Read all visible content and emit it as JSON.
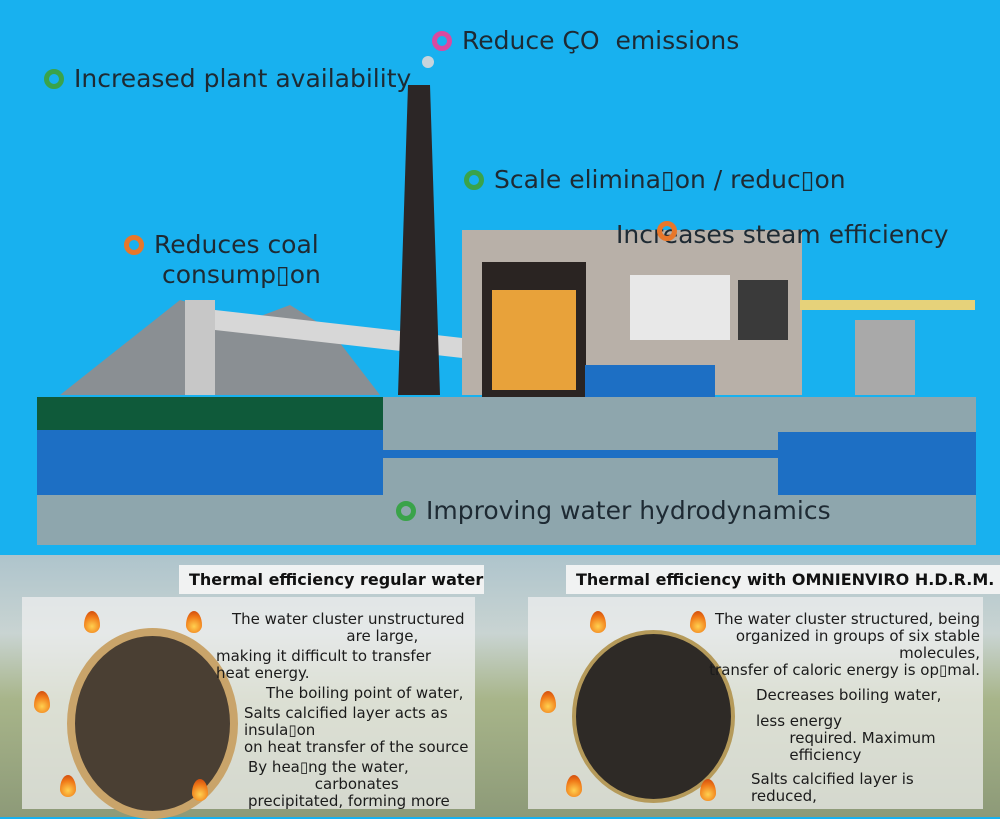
{
  "top_labels": {
    "co2": "Reduce ÇO  emissions",
    "availability": "Increased plant availability",
    "scale": "Scale elimina▯on / reduc▯on",
    "steam": "Increases steam efficiency",
    "coal_line1": "Reduces coal",
    "coal_line2": "consump▯on",
    "water": "Improving water hydrodynamics"
  },
  "panels": {
    "regular": {
      "title": "Thermal efficiency regular water",
      "t1": "The water cluster unstructured\n                        are large,",
      "t2": "making it difficult to transfer\nheat energy.",
      "t3": "The boiling point of water,",
      "t4": "Salts calcified layer acts as\ninsula▯on\non heat transfer of the source",
      "t5": "By hea▯ng the water,\n              carbonates\nprecipitated, forming more"
    },
    "omnienviro": {
      "title": "Thermal efficiency with OMNIENVIRO H.D.R.M.",
      "t1": "The water cluster structured, being\n   organized in groups of six stable\n                                  molecules,\ntransfer of caloric energy is op▯mal.",
      "t2": "Decreases boiling water,",
      "t3": "less energy\n       required. Maximum\n       efficiency",
      "t4": "Salts calcified layer is\nreduced,"
    }
  },
  "colors": {
    "sky": "#18b1ef",
    "ground_green": "#0f5a3a",
    "water_blue": "#1d6fc4",
    "ground_gray": "#8ea6ad"
  }
}
